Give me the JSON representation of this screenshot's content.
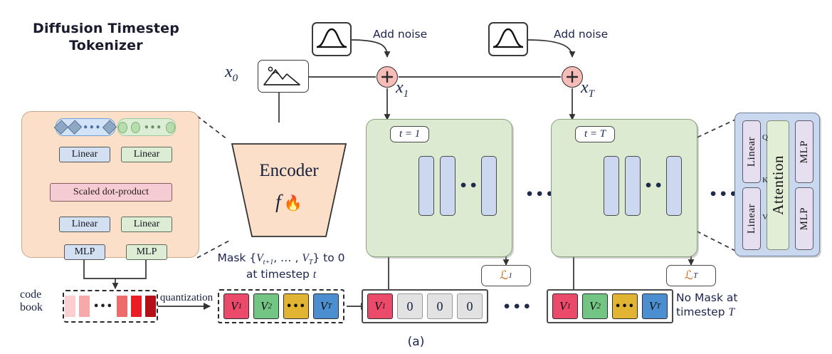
{
  "title": {
    "line1": "Diffusion Timestep",
    "line2": "Tokenizer"
  },
  "caption": "(a)",
  "tokenizer": {
    "chip_groups": [
      {
        "kind": "diamond",
        "count": 3,
        "color": "#8ea7c4",
        "box_color": "#d3e3f7"
      },
      {
        "kind": "circle",
        "count": 3,
        "color": "#b7ddae",
        "box_color": "#dcedd5"
      }
    ],
    "ops": {
      "linear_top_left": "Linear",
      "linear_top_right": "Linear",
      "scaled_dot_product": "Scaled dot-product",
      "linear_bottom_left": "Linear",
      "linear_bottom_right": "Linear",
      "mlp_left": "MLP",
      "mlp_right": "MLP"
    },
    "codebook_label_line1": "code",
    "codebook_label_line2": "book",
    "codebook_swatches": [
      "#fbcfcf",
      "#f7a8a8",
      "dots",
      "#ef6a6a",
      "#eb1c24",
      "#b31117"
    ],
    "quantization_label": "quantization"
  },
  "mask_note": {
    "line1": "Mask {Vₜ₊₁, … , V_T} to 0",
    "line1_parts": {
      "pre": "Mask {",
      "v1": "V",
      "sub1": "t+1",
      "mid": ", … , ",
      "v2": "V",
      "sub2": "T",
      "post": "} to 0"
    },
    "line2_pre": "at timestep ",
    "line2_var": "t"
  },
  "tokens": {
    "sequence": [
      {
        "label": "V",
        "sub": "1",
        "color": "#ec4a6b"
      },
      {
        "label": "V",
        "sub": "2",
        "color": "#73c583"
      },
      {
        "label": "•••",
        "sub": "",
        "color": "#e2b434"
      },
      {
        "label": "V",
        "sub": "T",
        "color": "#4b8fd0"
      }
    ]
  },
  "masked_sequence": {
    "first": {
      "label": "V",
      "sub": "1",
      "color": "#ec4a6b"
    },
    "zeros": [
      "0",
      "0",
      "0"
    ],
    "trailing_dots": "•••"
  },
  "full_sequence": {
    "items": [
      {
        "label": "V",
        "sub": "1",
        "color": "#ec4a6b"
      },
      {
        "label": "V",
        "sub": "2",
        "color": "#73c583"
      },
      {
        "label": "•••",
        "sub": "",
        "color": "#e2b434"
      },
      {
        "label": "V",
        "sub": "T",
        "color": "#4b8fd0"
      }
    ],
    "trailing_dots": "•••"
  },
  "no_mask_note": {
    "line1": "No Mask at",
    "line2_pre": "timestep ",
    "line2_var": "T"
  },
  "encoder": {
    "name": "Encoder",
    "symbol": "f",
    "emoji": "🔥"
  },
  "pipeline": {
    "x0_label": "x",
    "x0_sub": "0",
    "image_icon": "image-icon",
    "noise_label_1": "Add noise",
    "noise_label_2": "Add noise",
    "x1_label": "x",
    "x1_sub": "1",
    "xT_label": "x",
    "xT_sub": "T",
    "plus_symbol": "+"
  },
  "blocks": [
    {
      "badge_pre": "t = ",
      "badge_val": "1",
      "bars": 3,
      "dots": "•••",
      "loss_sym": "ℒ",
      "loss_sub": "1"
    },
    {
      "badge_pre": "t = ",
      "badge_val": "T",
      "bars": 3,
      "dots": "•••",
      "loss_sym": "ℒ",
      "loss_sub": "T"
    }
  ],
  "between_blocks_dots": "•••",
  "after_blocks_dots": "•••",
  "attention": {
    "linear_top": "Linear",
    "linear_bottom": "Linear",
    "center": "Attention",
    "mlp_top": "MLP",
    "mlp_bottom": "MLP",
    "q": "Q",
    "k": "K",
    "v": "V"
  },
  "colors": {
    "panel_peach": "#fbdfc9",
    "panel_green": "#dbead0",
    "panel_attn": "#c9d7ef",
    "plus_pink": "#f6bdb8",
    "accent_ink": "#19284f"
  }
}
